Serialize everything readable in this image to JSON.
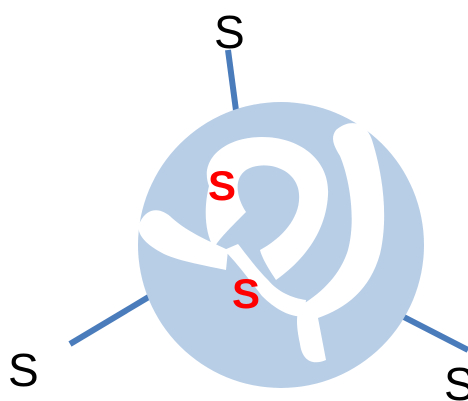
{
  "arms": [
    {
      "label": "S"
    },
    {
      "label": "S"
    },
    {
      "label": "S"
    }
  ],
  "core": {
    "labels": [
      {
        "label": "S"
      },
      {
        "label": "S"
      }
    ]
  },
  "colors": {
    "disc_fill": "#b8cee6",
    "arm_stroke": "#4a7bbb",
    "core_label": "#ff0000",
    "arm_label": "#000000",
    "channel_fill": "#ffffff"
  }
}
